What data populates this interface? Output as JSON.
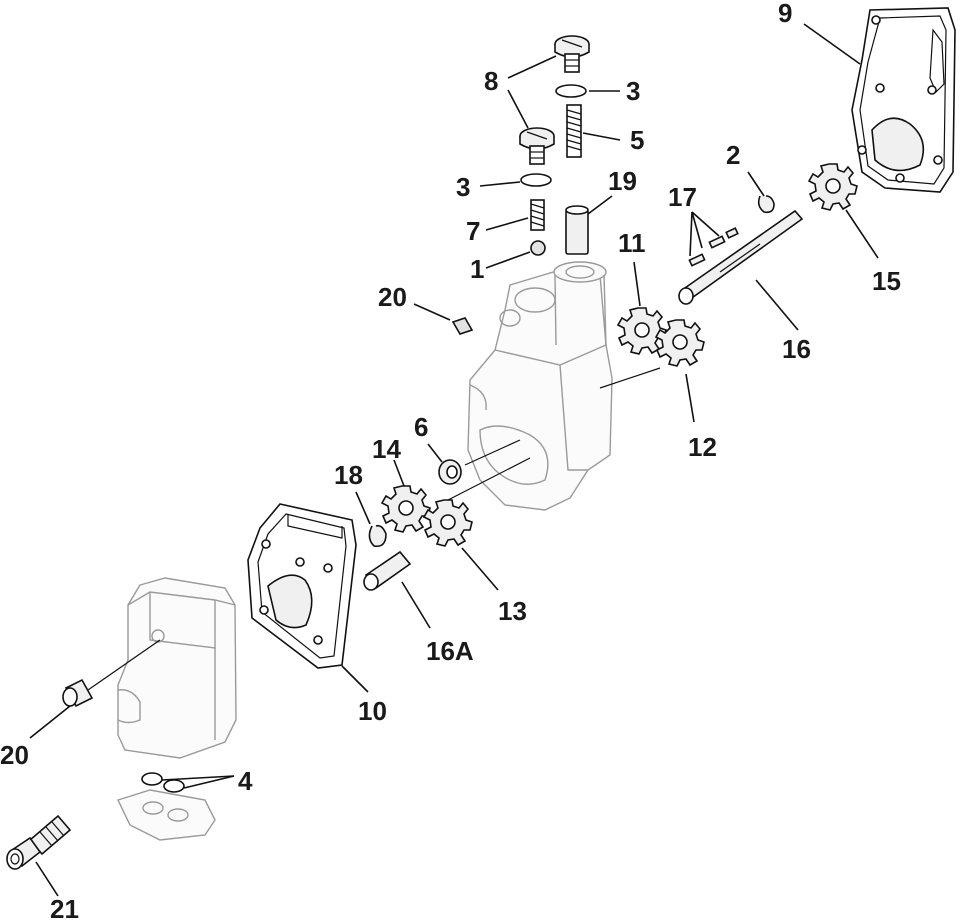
{
  "callouts": {
    "c1": "1",
    "c2": "2",
    "c3a": "3",
    "c3b": "3",
    "c4": "4",
    "c5": "5",
    "c6": "6",
    "c7": "7",
    "c8": "8",
    "c9": "9",
    "c10": "10",
    "c11": "11",
    "c12": "12",
    "c13": "13",
    "c14": "14",
    "c15": "15",
    "c16": "16",
    "c16a": "16A",
    "c17": "17",
    "c18": "18",
    "c19": "19",
    "c20a": "20",
    "c20b": "20",
    "c21": "21"
  },
  "colors": {
    "ink": "#111111",
    "ghost": "#9a9a9a",
    "background": "#ffffff"
  }
}
